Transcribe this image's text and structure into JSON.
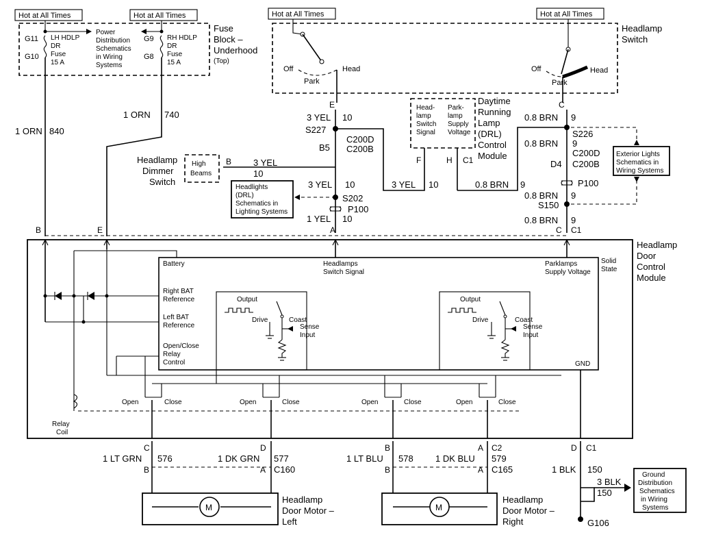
{
  "hot_labels": [
    "Hot at All Times",
    "Hot at All Times",
    "Hot at All Times",
    "Hot at All Times"
  ],
  "fuse_block": {
    "title": [
      "Fuse",
      "Block –",
      "Underhood"
    ],
    "sub": "(Top)",
    "lh_fuse": [
      "LH HDLP",
      "DR",
      "Fuse",
      "15 A"
    ],
    "rh_fuse": [
      "RH HDLP",
      "DR",
      "Fuse",
      "15 A"
    ],
    "power_dist": [
      "Power",
      "Distribution",
      "Schematics",
      "in Wiring",
      "Systems"
    ],
    "terminals": [
      "G11",
      "G10",
      "G9",
      "G8"
    ]
  },
  "headlamp_switch": {
    "title": [
      "Headlamp",
      "Switch"
    ],
    "positions": [
      "Off",
      "Park",
      "Head"
    ]
  },
  "drl_module": {
    "title": [
      "Daytime",
      "Running",
      "Lamp",
      "(DRL)",
      "Control",
      "Module"
    ],
    "sig1": [
      "Head-",
      "lamp",
      "Switch",
      "Signal"
    ],
    "sig2": [
      "Park-",
      "lamp",
      "Supply",
      "Voltage"
    ],
    "pins": [
      "F",
      "H",
      "C1"
    ]
  },
  "dimmer": {
    "title": [
      "Headlamp",
      "Dimmer",
      "Switch"
    ],
    "high_beams": [
      "High",
      "Beams"
    ],
    "pin": "B"
  },
  "refs": {
    "headlights_drl": [
      "Headlights",
      "(DRL)",
      "Schematics in",
      "Lighting Systems"
    ],
    "exterior": [
      "Exterior Lights",
      "Schematics in",
      "Wiring Systems"
    ],
    "ground": [
      "Ground",
      "Distribution",
      "Schematics",
      "in Wiring",
      "Systems"
    ]
  },
  "wires": {
    "w840": [
      "1 ORN",
      "840"
    ],
    "w740": [
      "1 ORN",
      "740"
    ],
    "yel_e": [
      "E",
      "3 YEL",
      "10"
    ],
    "yel_dim": [
      "3 YEL",
      "10"
    ],
    "yel_202": [
      "3 YEL",
      "10"
    ],
    "yel_f": [
      "3 YEL",
      "10"
    ],
    "yel_a": [
      "1 YEL",
      "10",
      "A"
    ],
    "brn_c": [
      "C",
      "0.8 BRN",
      "9"
    ],
    "brn_226": [
      "0.8 BRN",
      "9"
    ],
    "brn_h": [
      "0.8 BRN",
      "9"
    ],
    "brn_p100": [
      "0.8 BRN",
      "9"
    ],
    "brn_c1": [
      "0.8 BRN",
      "9",
      "C",
      "C1"
    ],
    "lt_grn": [
      "1 LT GRN",
      "576"
    ],
    "dk_grn": [
      "1 DK GRN",
      "577"
    ],
    "lt_blu": [
      "1 LT BLU",
      "578"
    ],
    "dk_blu": [
      "1 DK BLU",
      "579"
    ],
    "blk": [
      "1 BLK",
      "150"
    ],
    "blk3": [
      "3 BLK",
      "150"
    ]
  },
  "splices": {
    "s227": "S227",
    "s202": "S202",
    "s226": "S226",
    "s150": "S150",
    "c200_left": [
      "C200D",
      "C200B"
    ],
    "b5": "B5",
    "c200_right": [
      "C200D",
      "C200B"
    ],
    "d4": "D4",
    "p100_left": "P100",
    "p100_right": "P100"
  },
  "module": {
    "title": [
      "Headlamp",
      "Door",
      "Control",
      "Module"
    ],
    "solid_state": [
      "Solid",
      "State"
    ],
    "battery": "Battery",
    "hl_signal": [
      "Headlamps",
      "Switch Signal"
    ],
    "pl_supply": [
      "Parklamps",
      "Supply Voltage"
    ],
    "right_bat": [
      "Right BAT",
      "Reference"
    ],
    "left_bat": [
      "Left BAT",
      "Reference"
    ],
    "relay_ctrl": [
      "Open/Close",
      "Relay",
      "Control"
    ],
    "gnd": "GND",
    "output": "Output",
    "drive": "Drive",
    "coast": "Coast",
    "sense": [
      "Sense",
      "Input"
    ],
    "open": "Open",
    "close": "Close",
    "relay_coil": [
      "Relay",
      "Coil"
    ],
    "top_pins": [
      "B",
      "E"
    ]
  },
  "connectors": {
    "c_left": [
      "C",
      "B"
    ],
    "d_left": [
      "D",
      "A",
      "C160"
    ],
    "b_right": [
      "B",
      "B"
    ],
    "a_right": [
      "A",
      "C2",
      "A",
      "C165"
    ],
    "d_gnd": [
      "D",
      "C1"
    ]
  },
  "motors": {
    "left": [
      "Headlamp",
      "Door Motor –",
      "Left"
    ],
    "right": [
      "Headlamp",
      "Door Motor –",
      "Right"
    ],
    "symbol": "M"
  },
  "ground_id": "G106"
}
